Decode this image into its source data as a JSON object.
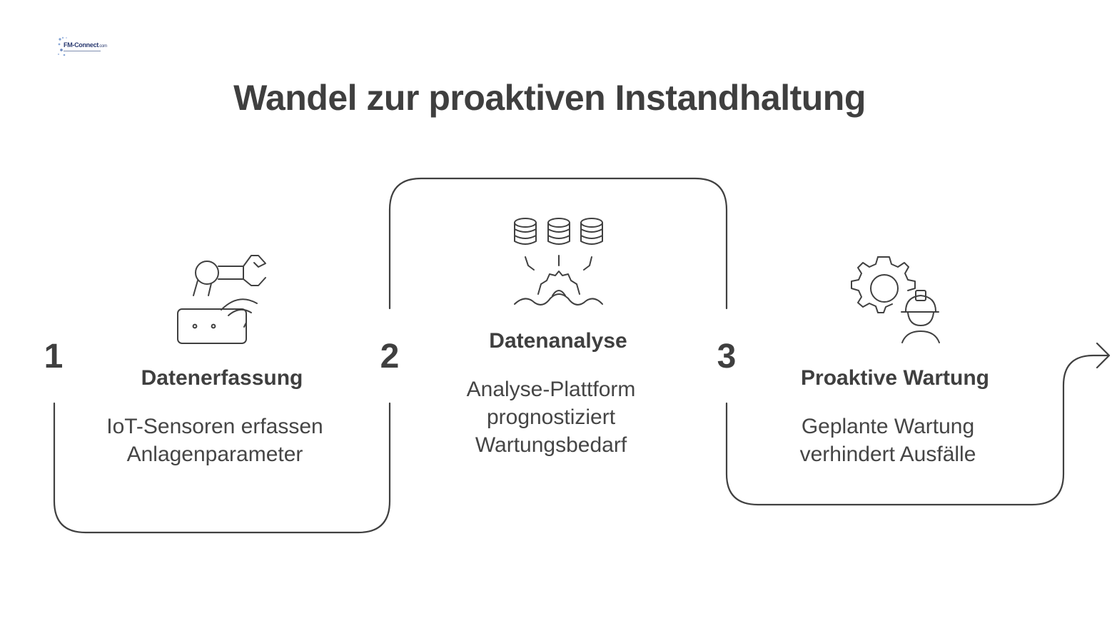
{
  "logo": {
    "text": "FM-Connect",
    "suffix": ".com"
  },
  "title": "Wandel zur proaktiven Instandhaltung",
  "steps": [
    {
      "number": "1",
      "title": "Datenerfassung",
      "description": "IoT-Sensoren erfassen Anlagenparameter",
      "icon": "robot-arm-sensor-icon"
    },
    {
      "number": "2",
      "title": "Datenanalyse",
      "description": "Analyse-Plattform prognostiziert Wartungsbedarf",
      "icon": "database-analysis-icon"
    },
    {
      "number": "3",
      "title": "Proaktive Wartung",
      "description": "Geplante Wartung verhindert Ausfälle",
      "icon": "gear-technician-icon"
    }
  ],
  "colors": {
    "line": "#404040",
    "text": "#3f3f3f",
    "background": "#ffffff"
  }
}
